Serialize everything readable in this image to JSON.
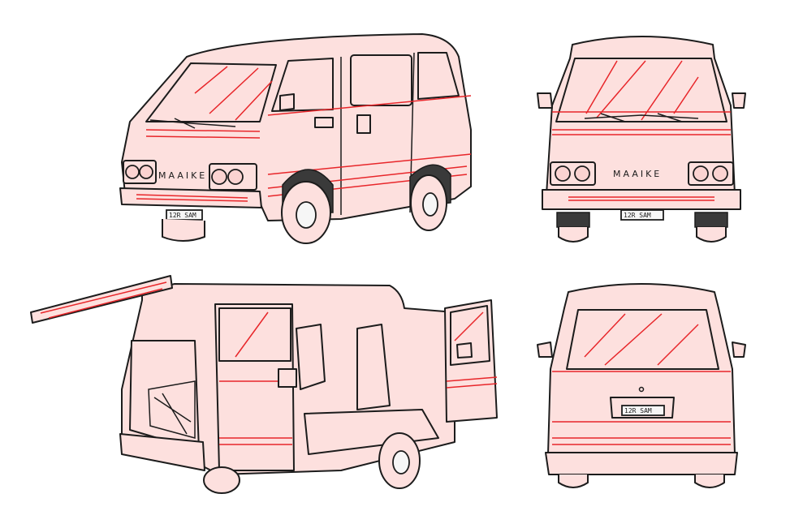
{
  "illustration": {
    "brand_badge": "MAAIKE",
    "license_plate": "12R SAM",
    "views": [
      "front-three-quarter",
      "front",
      "doors-open-three-quarter",
      "rear"
    ]
  },
  "colors": {
    "body": "#fde0de",
    "outline": "#1c1c1c",
    "accent_stripe": "#e8262a"
  }
}
